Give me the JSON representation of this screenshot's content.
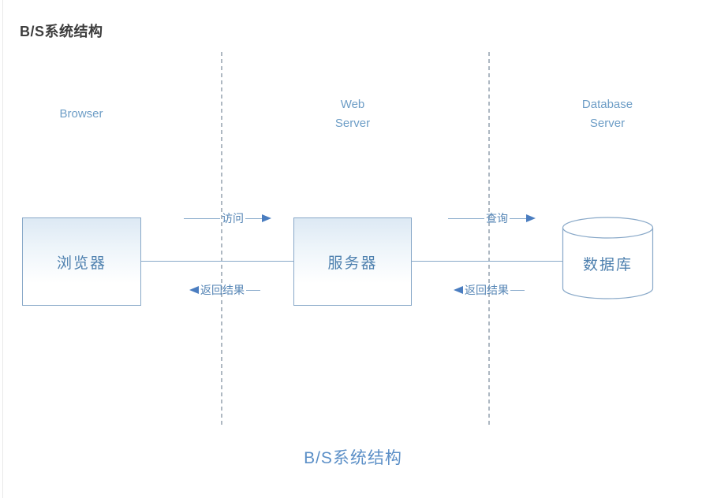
{
  "page": {
    "title": "B/S系统结构",
    "caption": "B/S系统结构"
  },
  "lanes": [
    {
      "name": "browser",
      "lines": [
        "Browser"
      ]
    },
    {
      "name": "web-server",
      "lines": [
        "Web",
        "Server"
      ]
    },
    {
      "name": "database-server",
      "lines": [
        "Database",
        "Server"
      ]
    }
  ],
  "nodes": [
    {
      "name": "browser",
      "shape": "rect",
      "label": "浏览器"
    },
    {
      "name": "server",
      "shape": "rect",
      "label": "服务器"
    },
    {
      "name": "database",
      "shape": "cylinder",
      "label": "数据库"
    }
  ],
  "flows": [
    {
      "name": "visit",
      "label": "访问",
      "direction": "right",
      "from": "browser",
      "to": "server"
    },
    {
      "name": "return-result-to-browser",
      "label": "返回结果",
      "direction": "left",
      "from": "server",
      "to": "browser"
    },
    {
      "name": "query",
      "label": "查询",
      "direction": "right",
      "from": "server",
      "to": "database"
    },
    {
      "name": "return-result-to-server",
      "label": "返回结果",
      "direction": "left",
      "from": "database",
      "to": "server"
    }
  ],
  "colors": {
    "title_text": "#3d3d3d",
    "lane_label_text": "#6d9dc6",
    "node_border": "#88a8c8",
    "node_label_text": "#4f81af",
    "flow_label_text": "#5585b5",
    "arrow_head": "#4a7dc0",
    "dashed_line": "#aeb8c2",
    "caption_text": "#5b8fc7"
  }
}
